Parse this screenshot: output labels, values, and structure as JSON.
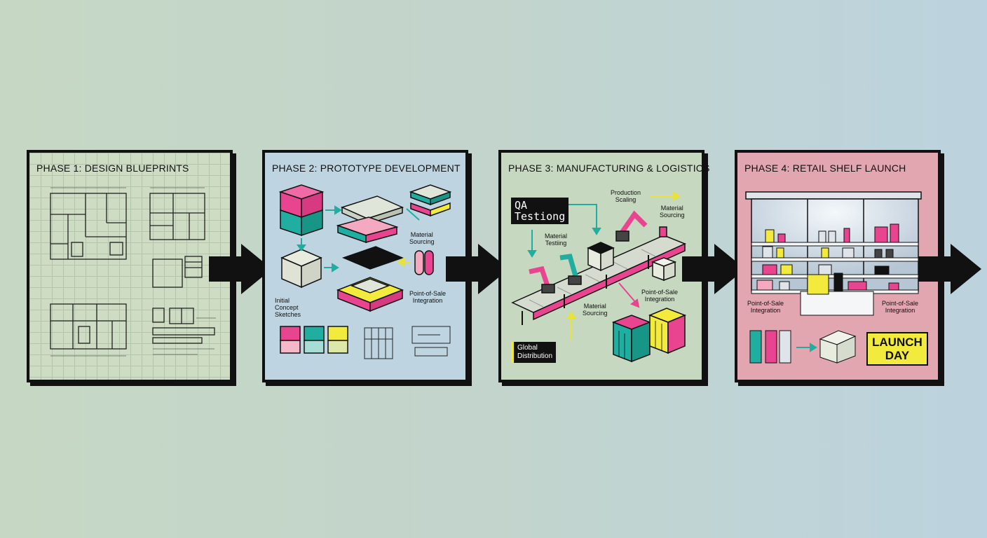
{
  "phases": [
    {
      "title": "PHASE 1: DESIGN BLUEPRINTS"
    },
    {
      "title": "PHASE 2: PROTOTYPE DEVELOPMENT",
      "labels": {
        "material_sourcing": "Material\nSourcing",
        "point_of_sale": "Point-of-Sale\nIntegration",
        "initial_concept": "Initial\nConcept\nSketches"
      }
    },
    {
      "title": "PHASE 3: MANUFACTURING & LOGISTICS",
      "labels": {
        "qa_testing": "QA\nTestiong",
        "production_scaling": "Production\nScaling",
        "material_sourcing_top": "Material\nSourcing",
        "material_testing": "Material\nTestiing",
        "material_sourcing_bottom": "Material\nSourcing",
        "point_of_sale": "Point-of-Sale\nIntegration",
        "global_distribution": "Global\nDistribution"
      }
    },
    {
      "title": "PHASE 4: RETAIL SHELF LAUNCH",
      "labels": {
        "point_of_sale_left": "Point-of-Sale\nIntegration",
        "point_of_sale_right": "Point-of-Sale\nIntegration",
        "launch_day": "LAUNCH\nDAY"
      }
    }
  ],
  "colors": {
    "magenta": "#e8448f",
    "teal": "#1fae9f",
    "yellow": "#f2ea3c",
    "black": "#111111"
  }
}
